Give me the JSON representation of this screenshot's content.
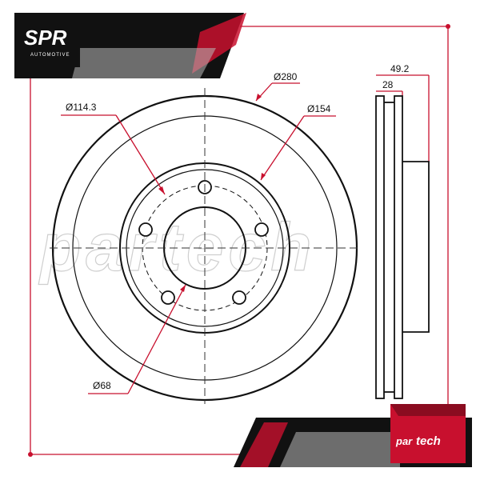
{
  "brand": {
    "logo_main": "SPR",
    "logo_sub": "AUTOMOTIVE",
    "footer_logo_left": "par",
    "footer_logo_right": "tech",
    "watermark": "partech",
    "accent_color": "#c8102e",
    "dark_color": "#111111"
  },
  "dimensions": {
    "outer_diameter": "Ø280",
    "pcd": "Ø114.3",
    "hat_diameter": "Ø154",
    "center_bore": "Ø68",
    "total_height": "49.2",
    "thickness": "28"
  }
}
